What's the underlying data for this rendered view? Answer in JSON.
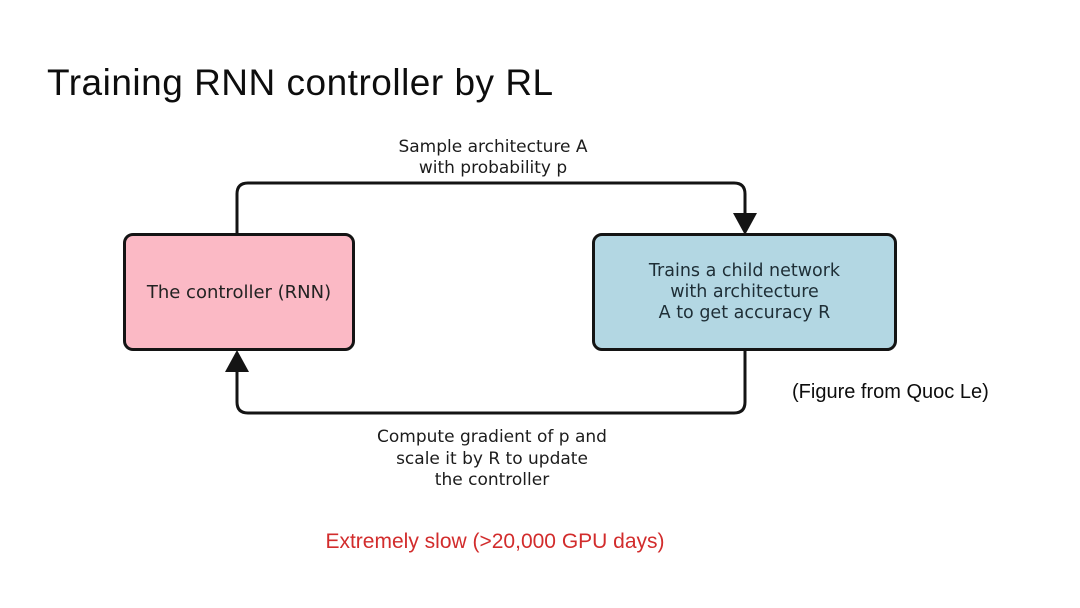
{
  "slide": {
    "title": "Training RNN controller by RL",
    "figure_credit": "(Figure from Quoc Le)",
    "note": "Extremely slow (>20,000 GPU days)",
    "note_color": "#d22c2c",
    "background_color": "#ffffff"
  },
  "diagram": {
    "line_color": "#141414",
    "controller_box": {
      "label": "The controller (RNN)",
      "fill": "#fbb9c5"
    },
    "child_box": {
      "lines": [
        "Trains a child network",
        "with architecture",
        "A to get accuracy R"
      ],
      "fill": "#b3d7e3"
    },
    "sample_arrow_label": {
      "lines": [
        "Sample architecture A",
        "with probability p"
      ]
    },
    "update_arrow_label": {
      "lines": [
        "Compute gradient of p and",
        "scale it by R to update",
        "the controller"
      ]
    }
  }
}
